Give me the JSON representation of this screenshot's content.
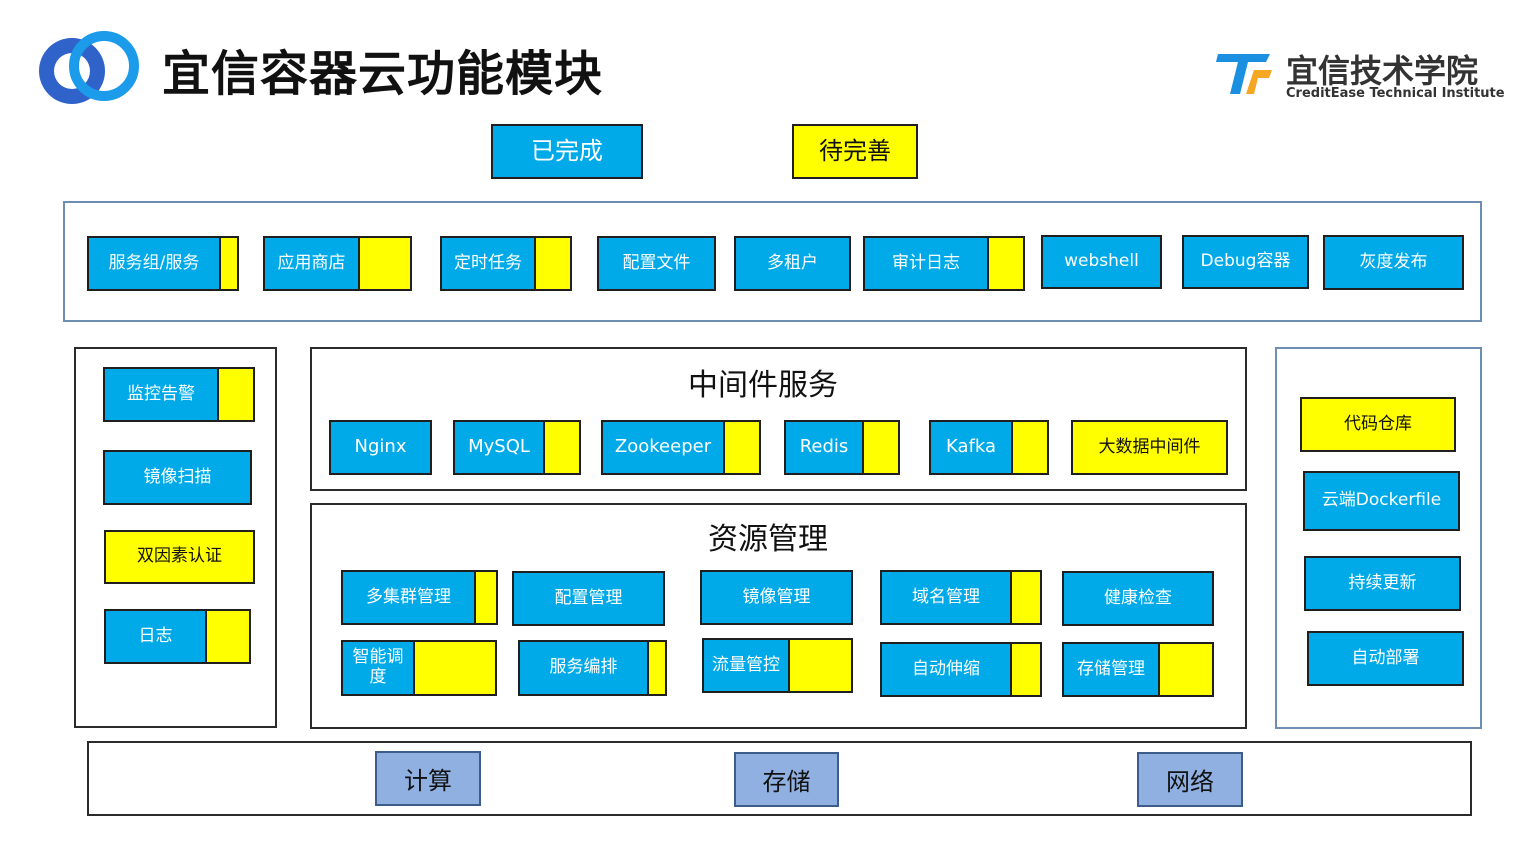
{
  "title": "宜信容器云功能模块",
  "brand": {
    "cn": "宜信技术学院",
    "en": "CreditEase Technical Institute"
  },
  "legend": {
    "done": "已完成",
    "todo": "待完善"
  },
  "top_row": [
    "服务组/服务",
    "应用商店",
    "定时任务",
    "配置文件",
    "多租户",
    "审计日志",
    "webshell",
    "Debug容器",
    "灰度发布"
  ],
  "left_col": [
    "监控告警",
    "镜像扫描",
    "双因素认证",
    "日志"
  ],
  "middleware": {
    "title": "中间件服务",
    "items": [
      "Nginx",
      "MySQL",
      "Zookeeper",
      "Redis",
      "Kafka",
      "大数据中间件"
    ]
  },
  "resource": {
    "title": "资源管理",
    "items": [
      "多集群管理",
      "配置管理",
      "镜像管理",
      "域名管理",
      "健康检查",
      "智能调度",
      "服务编排",
      "流量管控",
      "自动伸缩",
      "存储管理"
    ]
  },
  "right_col": [
    "代码仓库",
    "云端Dockerfile",
    "持续更新",
    "自动部署"
  ],
  "infra": [
    "计算",
    "存储",
    "网络"
  ],
  "colors": {
    "done": "#00aae8",
    "todo": "#ffff00",
    "infra": "#8fb0e0"
  }
}
